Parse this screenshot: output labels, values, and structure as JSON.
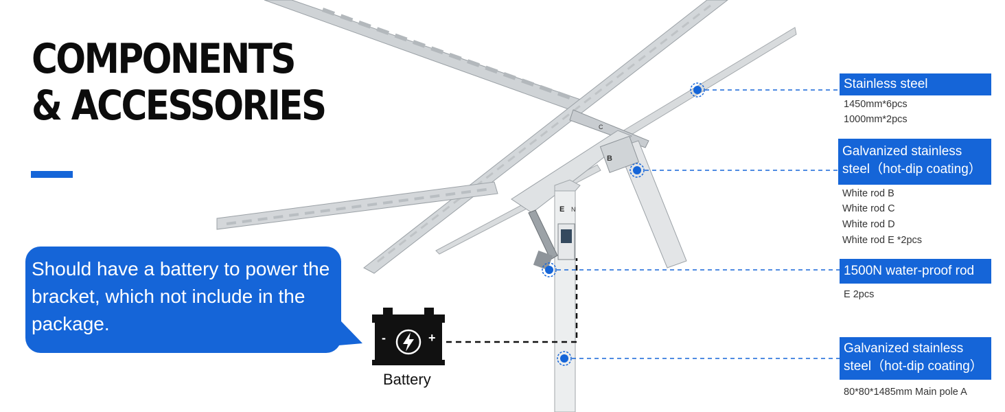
{
  "heading": {
    "line1": "COMPONENTS",
    "line2": "& ACCESSORIES"
  },
  "callout": {
    "text": "Should have a battery to power the bracket, which not include in the package."
  },
  "battery": {
    "label": "Battery",
    "minus": "-",
    "plus": "+"
  },
  "labels_on_rods": {
    "b": "B",
    "c": "C",
    "e": "E",
    "n": "N"
  },
  "specs": [
    {
      "title": "Stainless steel",
      "details": [
        "1450mm*6pcs",
        "1000mm*2pcs"
      ]
    },
    {
      "title": "Galvanized stainless steel（hot-dip coating）",
      "details": [
        "White rod B",
        "White rod C",
        "White rod D",
        "White rod E *2pcs"
      ]
    },
    {
      "title": "1500N water-proof rod",
      "details": [
        "E 2pcs"
      ]
    },
    {
      "title": "Galvanized stainless steel（hot-dip coating）",
      "details": [
        "80*80*1485mm Main pole A"
      ]
    }
  ],
  "colors": {
    "accent": "#1565d8",
    "text": "#0c0c0c",
    "metal": "#d9dcdf"
  }
}
